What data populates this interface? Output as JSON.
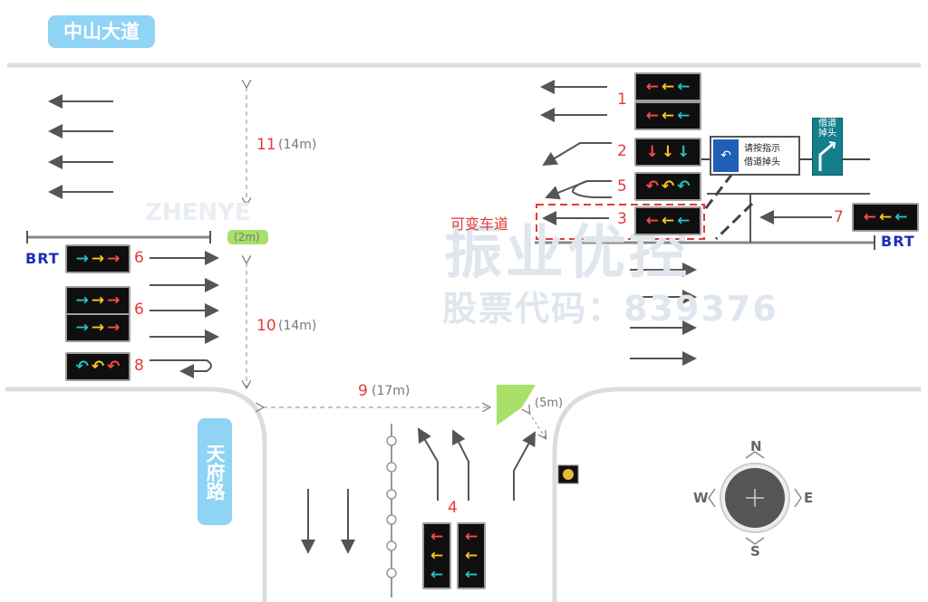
{
  "roads": {
    "main_road": "中山大道",
    "cross_road": "天府路"
  },
  "lane_labels": {
    "l1": "1",
    "l2": "2",
    "l3": "3",
    "l4": "4",
    "l5": "5",
    "l6a": "6",
    "l6b": "6",
    "l7": "7",
    "l8": "8",
    "l9": "9",
    "l10": "10",
    "l11": "11"
  },
  "variable_lane": "可变车道",
  "dimensions": {
    "d9": "(17m)",
    "d10": "(14m)",
    "d11": "(14m)",
    "d_island": "(2m)",
    "d_corner": "(5m)"
  },
  "brt_labels": {
    "left": "BRT",
    "right": "BRT"
  },
  "signs": {
    "uturn_line1": "请按指示",
    "uturn_line2": "借道掉头",
    "uturn_symbol": "↶",
    "green_line1": "借道",
    "green_line2": "掉头"
  },
  "watermark": {
    "line1": "振业优控",
    "line2": "股票代码：839376",
    "logo": "ZHENYE"
  },
  "compass": {
    "n": "N",
    "s": "S",
    "e": "E",
    "w": "W"
  },
  "colors": {
    "road_edge": "#dddddd",
    "arrow": "#555555",
    "island": "#a8e06a",
    "label_red": "#e53935",
    "signal_red": "#ff4a4a",
    "signal_yellow": "#ffc61e",
    "signal_green": "#23c4c0"
  },
  "signal_heads": {
    "s1a": "← ← ←",
    "s1b": "← ← ←",
    "s2": "↓ ↓ ↓",
    "s5": "↶ ↶ ↶",
    "s3": "← ← ←",
    "s7": "← ← ←",
    "s6a": "→ → →",
    "s6b": "→ → →",
    "s6c": "→ → →",
    "s8": "↶ ↶ ↶",
    "s4a": "← ← ←",
    "s4b": "← ← ←"
  }
}
